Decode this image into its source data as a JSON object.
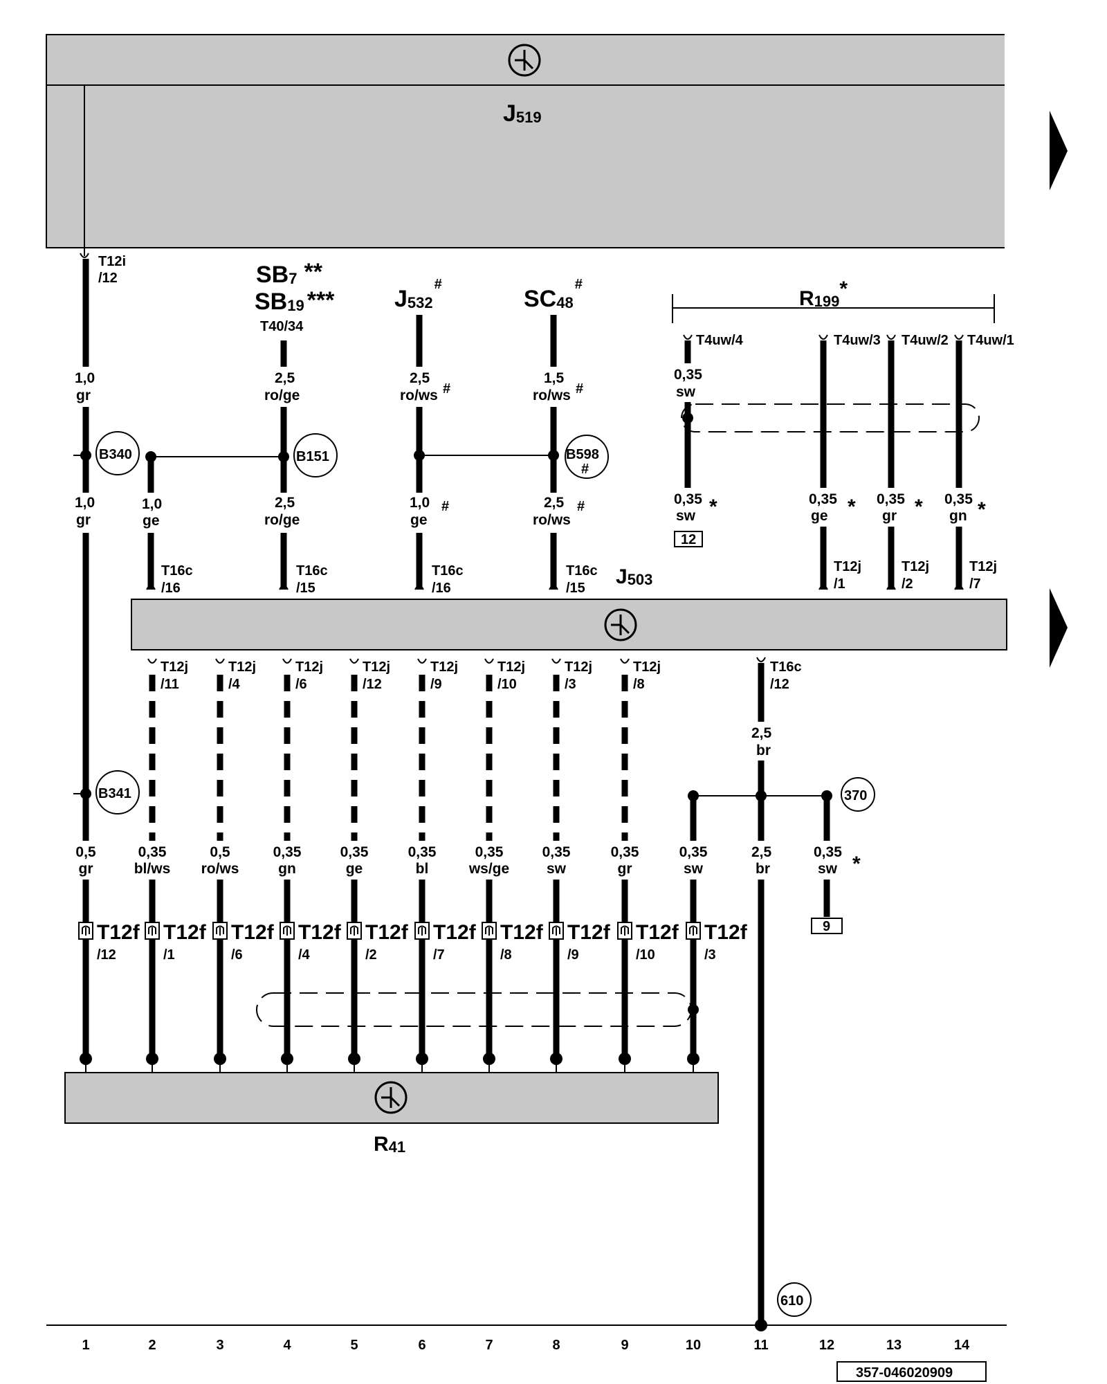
{
  "components": {
    "J519": {
      "main": "J",
      "sub": "519"
    },
    "J503": {
      "main": "J",
      "sub": "503"
    },
    "R41": {
      "main": "R",
      "sub": "41"
    },
    "R199": {
      "main": "R",
      "sub": "199",
      "mark": "*"
    }
  },
  "sources": {
    "sb7": {
      "main": "SB",
      "sub": "7",
      "mark": "**"
    },
    "sb19": {
      "main": "SB",
      "sub": "19",
      "mark": "***"
    },
    "t40": "T40/34",
    "j532": {
      "main": "J",
      "sub": "532",
      "mark": "#"
    },
    "sc48": {
      "main": "SC",
      "sub": "48",
      "mark": "#"
    }
  },
  "top_wires": [
    {
      "conn": "T12i",
      "pin": "/12",
      "seg1": {
        "size": "1,0",
        "color": "gr"
      },
      "seg2": {
        "size": "1,0",
        "color": "gr"
      }
    },
    {
      "conn": "T16c",
      "pin": "/16",
      "seg2": {
        "size": "1,0",
        "color": "ge"
      }
    },
    {
      "conn": "T16c",
      "pin": "/15",
      "seg1": {
        "size": "2,5",
        "color": "ro/ge"
      },
      "seg2": {
        "size": "2,5",
        "color": "ro/ge"
      }
    },
    {
      "conn": "T16c",
      "pin": "/16",
      "seg1": {
        "size": "2,5",
        "color": "ro/ws",
        "mark": "#"
      },
      "seg2": {
        "size": "1,0",
        "color": "ge",
        "mark": "#"
      }
    },
    {
      "conn": "T16c",
      "pin": "/15",
      "seg1": {
        "size": "1,5",
        "color": "ro/ws",
        "mark": "#"
      },
      "seg2": {
        "size": "2,5",
        "color": "ro/ws",
        "mark": "#"
      }
    }
  ],
  "r199_wires": [
    {
      "conn": "T4uw/4",
      "size": "0,35",
      "color": "sw",
      "lower_size": "0,35",
      "lower_color": "sw",
      "mark": "*",
      "ref": "12"
    },
    {
      "conn": "T4uw/3",
      "lower_size": "0,35",
      "lower_color": "ge",
      "mark": "*",
      "j_conn": "T12j",
      "j_pin": "/1"
    },
    {
      "conn": "T4uw/2",
      "lower_size": "0,35",
      "lower_color": "gr",
      "mark": "*",
      "j_conn": "T12j",
      "j_pin": "/2"
    },
    {
      "conn": "T4uw/1",
      "lower_size": "0,35",
      "lower_color": "gn",
      "mark": "*",
      "j_conn": "T12j",
      "j_pin": "/7"
    }
  ],
  "splices": {
    "b340": "B340",
    "b151": "B151",
    "b598": "B598",
    "b598_mark": "#",
    "b341": "B341",
    "s370": "370",
    "s610": "610"
  },
  "bottom_wires": [
    {
      "top_conn": "",
      "top_pin": "",
      "size": "0,5",
      "color": "gr",
      "t12f": "T12f",
      "t12f_pin": "/12"
    },
    {
      "top_conn": "T12j",
      "top_pin": "/11",
      "size": "0,35",
      "color": "bl/ws",
      "t12f": "T12f",
      "t12f_pin": "/1"
    },
    {
      "top_conn": "T12j",
      "top_pin": "/4",
      "size": "0,5",
      "color": "ro/ws",
      "t12f": "T12f",
      "t12f_pin": "/6"
    },
    {
      "top_conn": "T12j",
      "top_pin": "/6",
      "size": "0,35",
      "color": "gn",
      "t12f": "T12f",
      "t12f_pin": "/4"
    },
    {
      "top_conn": "T12j",
      "top_pin": "/12",
      "size": "0,35",
      "color": "ge",
      "t12f": "T12f",
      "t12f_pin": "/2"
    },
    {
      "top_conn": "T12j",
      "top_pin": "/9",
      "size": "0,35",
      "color": "bl",
      "t12f": "T12f",
      "t12f_pin": "/7"
    },
    {
      "top_conn": "T12j",
      "top_pin": "/10",
      "size": "0,35",
      "color": "ws/ge",
      "t12f": "T12f",
      "t12f_pin": "/8"
    },
    {
      "top_conn": "T12j",
      "top_pin": "/3",
      "size": "0,35",
      "color": "sw",
      "t12f": "T12f",
      "t12f_pin": "/9"
    },
    {
      "top_conn": "T12j",
      "top_pin": "/8",
      "size": "0,35",
      "color": "gr",
      "t12f": "T12f",
      "t12f_pin": "/10"
    },
    {
      "top_conn": "",
      "top_pin": "",
      "size": "0,35",
      "color": "sw",
      "t12f": "T12f",
      "t12f_pin": "/3"
    }
  ],
  "ground": {
    "conn": "T16c",
    "pin": "/12",
    "upper_size": "2,5",
    "upper_color": "br",
    "lower_size": "2,5",
    "lower_color": "br",
    "branch_size": "0,35",
    "branch_color": "sw",
    "branch_mark": "*",
    "branch_ref": "9"
  },
  "columns": [
    "1",
    "2",
    "3",
    "4",
    "5",
    "6",
    "7",
    "8",
    "9",
    "10",
    "11",
    "12",
    "13",
    "14"
  ],
  "doc_number": "357-046020909"
}
